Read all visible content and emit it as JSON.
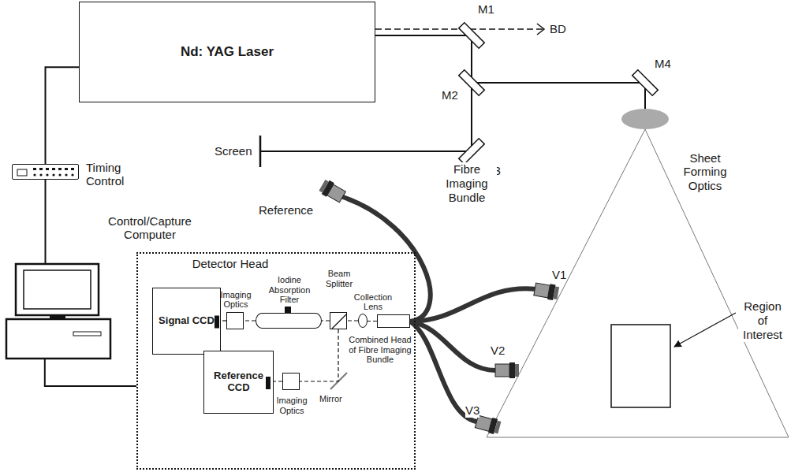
{
  "diagram": {
    "nodes": [
      {
        "text": [
          "Nd: YAG Laser"
        ]
      },
      {
        "text": [
          "M1"
        ]
      },
      {
        "text": [
          "M2"
        ]
      },
      {
        "text": [
          "M3"
        ]
      },
      {
        "text": [
          "M4"
        ]
      },
      {
        "text": [
          "Timing Control"
        ]
      },
      {
        "text": [
          "Control/Capture Computer"
        ]
      },
      {
        "text": [
          "Sheet Forming Optics"
        ]
      },
      {
        "text": [
          "Detector Head"
        ]
      },
      {
        "text": [
          "Imaging Optics"
        ],
        "in": 8
      },
      {
        "text": [
          "Iodine Absorption Filter"
        ],
        "in": 8
      },
      {
        "text": [
          "Beam Splitter"
        ],
        "in": 8
      },
      {
        "text": [
          "Collection Lens"
        ],
        "in": 8
      },
      {
        "text": [
          "Combined Head of Fibre Imaging Bundle"
        ],
        "in": 8
      },
      {
        "text": [
          "Signal CCD"
        ],
        "in": 8
      },
      {
        "text": [
          "Reference CCD"
        ],
        "in": 8
      },
      {
        "text": [
          "Imaging Optics"
        ],
        "in": 8
      }
    ],
    "edges": [
      {
        "from": 0,
        "to": 1,
        "arrow": "none"
      },
      {
        "from": 1,
        "to": 2,
        "arrow": "none"
      },
      {
        "from": 2,
        "to": 4,
        "arrow": "none"
      },
      {
        "from": 2,
        "to": 3,
        "arrow": "none"
      },
      {
        "from": 4,
        "to": 7,
        "arrow": "none"
      },
      {
        "from": 0,
        "to": 5,
        "arrow": "none"
      },
      {
        "from": 5,
        "to": 6,
        "arrow": "none"
      },
      {
        "from": 6,
        "to": 8,
        "arrow": "none"
      },
      {
        "from": 13,
        "to": 12,
        "arrow": "none"
      },
      {
        "from": 12,
        "to": 11,
        "arrow": "none"
      },
      {
        "from": 11,
        "to": 10,
        "arrow": "none"
      },
      {
        "from": 10,
        "to": 9,
        "arrow": "none"
      },
      {
        "from": 9,
        "to": 14,
        "arrow": "none"
      },
      {
        "from": 11,
        "to": 16,
        "arrow": "none"
      },
      {
        "from": 16,
        "to": 15,
        "arrow": "none"
      }
    ],
    "labels": [
      "BD",
      "Screen",
      "Reference",
      "Fibre Imaging Bundle",
      "V1",
      "V2",
      "V3",
      "Region of Interest",
      "Mirror"
    ]
  }
}
